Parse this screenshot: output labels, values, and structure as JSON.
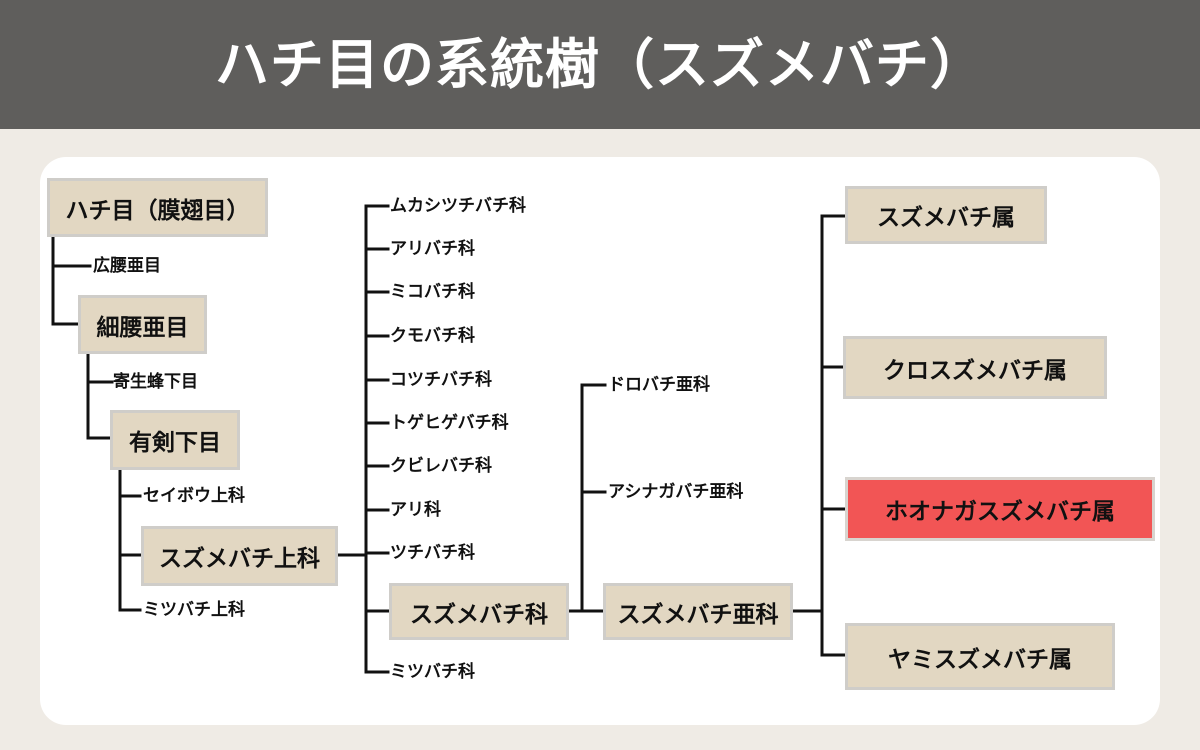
{
  "title": "ハチ目の系統樹（スズメバチ）",
  "col1": {
    "order": "ハチ目（膜翅目）",
    "suborder_broad": "広腰亜目",
    "suborder_narrow": "細腰亜目",
    "infra_parasitic": "寄生蜂下目",
    "infra_aculeata": "有剣下目",
    "super_chrysid": "セイボウ上科",
    "super_vespoid": "スズメバチ上科",
    "super_apoid": "ミツバチ上科"
  },
  "families": [
    "ムカシツチバチ科",
    "アリバチ科",
    "ミコバチ科",
    "クモバチ科",
    "コツチバチ科",
    "トゲヒゲバチ科",
    "クビレバチ科",
    "アリ科",
    "ツチバチ科",
    "スズメバチ科",
    "ミツバチ科"
  ],
  "subfamilies": [
    "ドロバチ亜科",
    "アシナガバチ亜科",
    "スズメバチ亜科"
  ],
  "genera": [
    "スズメバチ属",
    "クロスズメバチ属",
    "ホオナガスズメバチ属",
    "ヤミスズメバチ属"
  ],
  "colors": {
    "header": "#5f5e5c",
    "box": "#e2d7c2",
    "highlight": "#f25555"
  }
}
